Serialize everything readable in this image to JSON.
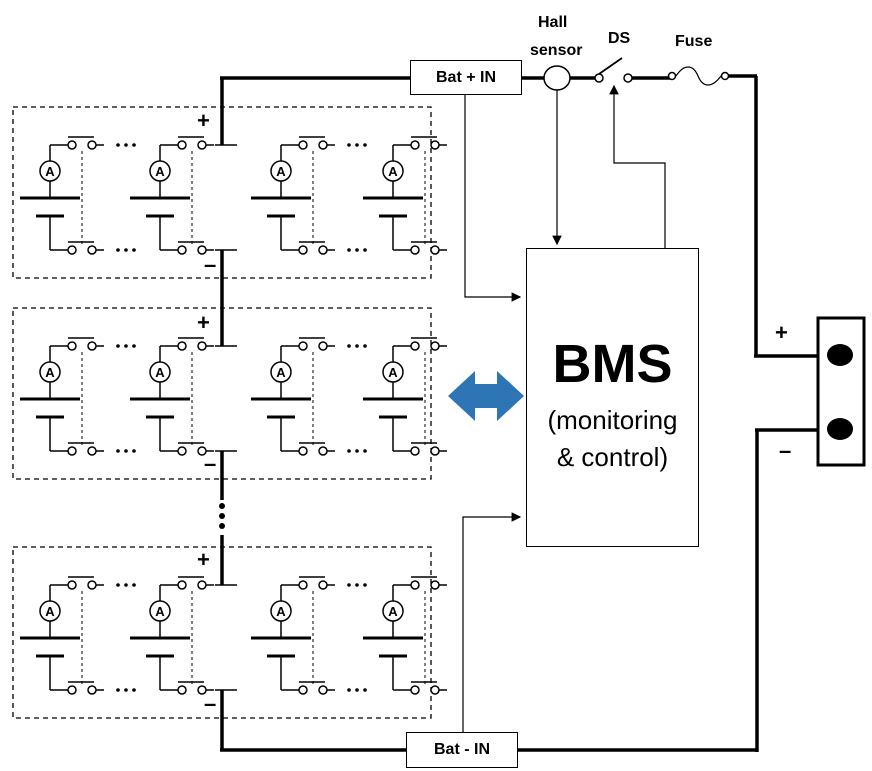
{
  "labels": {
    "hall_sensor_line1": "Hall",
    "hall_sensor_line2": "sensor",
    "ds": "DS",
    "fuse": "Fuse",
    "bat_plus_in": "Bat + IN",
    "bat_minus_in": "Bat - IN",
    "ammeter": "A",
    "plus": "+",
    "minus": "–"
  },
  "bms": {
    "title": "BMS",
    "subtitle_line1": "(monitoring",
    "subtitle_line2": "& control)"
  },
  "colors": {
    "arrow": "#2E75B6",
    "wire": "#000000"
  }
}
